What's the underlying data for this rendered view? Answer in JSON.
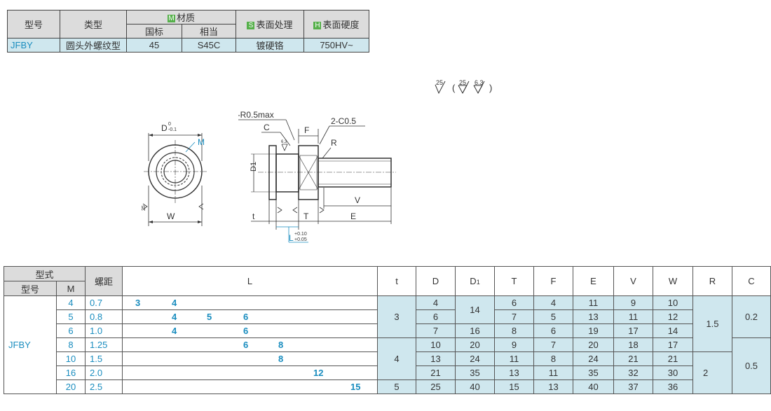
{
  "spec": {
    "h_model": "型号",
    "h_type": "类型",
    "h_material_tag": "M",
    "h_material": "材质",
    "h_gb": "国标",
    "h_equiv": "相当",
    "h_surface_tag": "S",
    "h_surface": "表面处理",
    "h_hard_tag": "H",
    "h_hard": "表面硬度",
    "model": "JFBY",
    "type": "圆头外螺纹型",
    "gb": "45",
    "equiv": "S45C",
    "surface": "镀硬铬",
    "hardness": "750HV~"
  },
  "roughness": {
    "main": "25",
    "paren_open": "(",
    "sub1": "25",
    "sub2": "6.3",
    "paren_close": ")"
  },
  "drawing": {
    "d_label": "D",
    "d_tol_top": "0",
    "d_tol_bot": "-0.1",
    "m_label": "M",
    "w_label": "W",
    "r05": "2-R0.5max",
    "c_label": "C",
    "f_label": "F",
    "c05": "2-C0.5",
    "r_label": "R",
    "d1_label": "D1",
    "v_label": "V",
    "t_label": "t",
    "tt_label": "T",
    "e_label": "E",
    "l_label": "L",
    "l_tol_top": "+0.10",
    "l_tol_bot": "+0.05",
    "r63": "6.3",
    "r25": "25"
  },
  "table": {
    "h_form": "型式",
    "h_model": "型号",
    "h_m": "M",
    "h_pitch": "螺距",
    "h_l": "L",
    "h_t": "t",
    "h_d": "D",
    "h_d1": "D",
    "h_d1_sub": "1",
    "h_tt": "T",
    "h_f": "F",
    "h_e": "E",
    "h_v": "V",
    "h_w": "W",
    "h_r": "R",
    "h_c": "C",
    "model": "JFBY",
    "rows": [
      {
        "m": "4",
        "pitch": "0.7",
        "L": [
          "3",
          "4"
        ],
        "D": "4",
        "T": "6",
        "F": "4",
        "E": "11",
        "V": "9",
        "W": "10"
      },
      {
        "m": "5",
        "pitch": "0.8",
        "L": [
          "4",
          "5",
          "6"
        ],
        "D": "6",
        "T": "7",
        "F": "5",
        "E": "13",
        "V": "11",
        "W": "12"
      },
      {
        "m": "6",
        "pitch": "1.0",
        "L": [
          "4",
          "6"
        ],
        "D": "7",
        "D1": "16",
        "T": "8",
        "F": "6",
        "E": "19",
        "V": "17",
        "W": "14"
      },
      {
        "m": "8",
        "pitch": "1.25",
        "L": [
          "6",
          "8"
        ],
        "D": "10",
        "D1": "20",
        "T": "9",
        "F": "7",
        "E": "20",
        "V": "18",
        "W": "17"
      },
      {
        "m": "10",
        "pitch": "1.5",
        "L": [
          "8"
        ],
        "D": "13",
        "D1": "24",
        "T": "11",
        "F": "8",
        "E": "24",
        "V": "21",
        "W": "21"
      },
      {
        "m": "16",
        "pitch": "2.0",
        "L": [
          "12"
        ],
        "D": "21",
        "D1": "35",
        "T": "13",
        "F": "11",
        "E": "35",
        "V": "32",
        "W": "30"
      },
      {
        "m": "20",
        "pitch": "2.5",
        "L": [
          "15"
        ],
        "D": "25",
        "D1": "40",
        "T": "15",
        "F": "13",
        "E": "40",
        "V": "37",
        "W": "36"
      }
    ],
    "d1_merged": "14",
    "t_a": "3",
    "t_b": "4",
    "t_c": "5",
    "r_a": "1.5",
    "r_b": "2",
    "c_a": "0.2",
    "c_b": "0.5"
  }
}
